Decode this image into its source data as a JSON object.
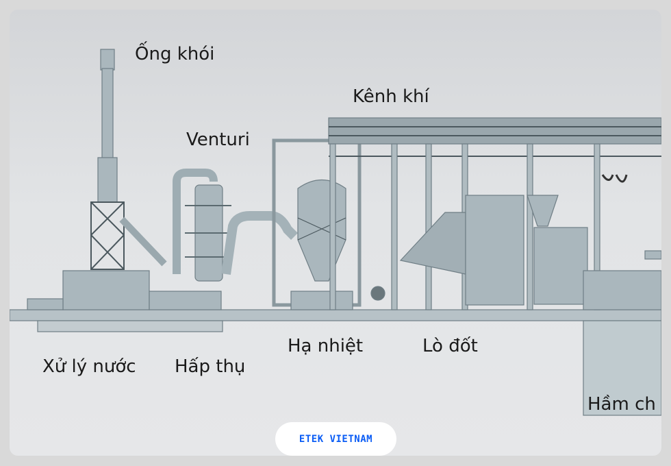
{
  "labels": {
    "chimney": "Ống khói",
    "air_duct": "Kênh khí",
    "venturi": "Venturi",
    "cooling": "Hạ nhiệt",
    "furnace": "Lò đốt",
    "water_treatment": "Xử lý nước",
    "absorption": "Hấp thụ",
    "cellar": "Hầm ch"
  },
  "badge": "ETEK VIETNAM",
  "colors": {
    "badge_text": "#0a5cf5",
    "equipment": "#a9b6bc"
  }
}
